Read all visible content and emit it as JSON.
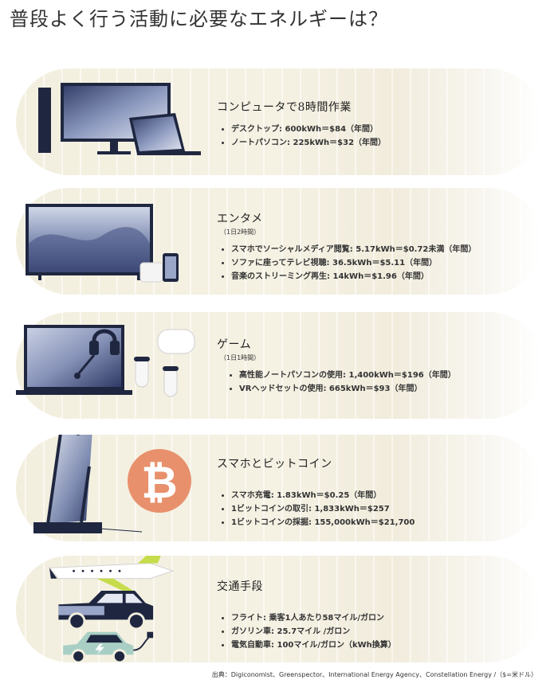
{
  "title": "普段よく行う活動に必要なエネルギーは？",
  "sections": [
    {
      "title": "コンピュータで8時間作業",
      "subtitle": "",
      "items": [
        "デスクトップ: 600kWh＝$84（年間）",
        "ノートパソコン: 225kWh＝$32（年間）"
      ]
    },
    {
      "title": "エンタメ",
      "subtitle": "（1日2時間）",
      "items": [
        "スマホでソーシャルメディア閲覧: 5.17kWh＝$0.72未満（年間）",
        "ソファに座ってテレビ視聴: 36.5kWh＝$5.11（年間）",
        "音楽のストリーミング再生: 14kWh＝$1.96（年間）"
      ]
    },
    {
      "title": "ゲーム",
      "subtitle": "（1日1時間）",
      "items": [
        "高性能ノートパソコンの使用: 1,400kWh＝$196（年間）",
        "VRヘッドセットの使用: 665kWh＝$93（年間）"
      ]
    },
    {
      "title": "スマホとビットコイン",
      "subtitle": "",
      "items": [
        "スマホ充電: 1.83kWh＝$0.25（年間）",
        "1ビットコインの取引: 1,833kWh＝$257",
        "1ビットコインの採掘: 155,000kWh＝$21,700"
      ]
    },
    {
      "title": "交通手段",
      "subtitle": "",
      "items": [
        "フライト: 乗客1人あたり58マイル/ガロン",
        "ガソリン車: 25.7マイル /ガロン",
        "電気自動車: 100マイル/ガロン（kWh換算）"
      ]
    }
  ],
  "source": "出典：Digiconomist、Greenspector、International Energy Agency、Constellation Energy /（$=米ドル）",
  "colors": {
    "navy": "#1f2740",
    "screen": "#7e8bb0",
    "band": "#f3efdf",
    "bitcoin": "#e8906c",
    "lime": "#c7dc4c",
    "teal": "#a9cfc5"
  }
}
